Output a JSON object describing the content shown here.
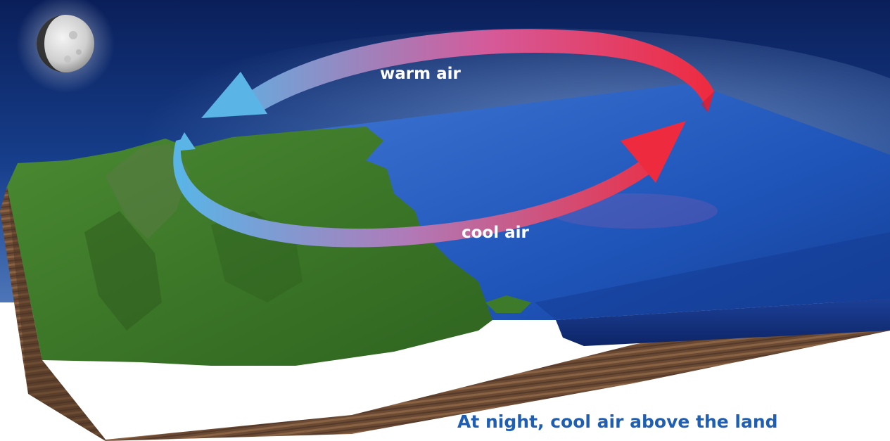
{
  "figure": {
    "labels": {
      "warm_air": "warm air",
      "cool_air": "cool air"
    },
    "caption": "At night, cool air above the land",
    "icons": {
      "sky_body": "moon-icon",
      "upper_flow": "curved-arrow-icon",
      "lower_flow": "curved-arrow-icon"
    },
    "colors": {
      "sky": "#0b2a6e",
      "warm_arrow": "#e8293f",
      "cool_arrow": "#5ab4e6",
      "land": "#3f7f2a",
      "water": "#1e55b8",
      "soil": "#6b4a33",
      "caption": "#1f5fb3"
    }
  }
}
